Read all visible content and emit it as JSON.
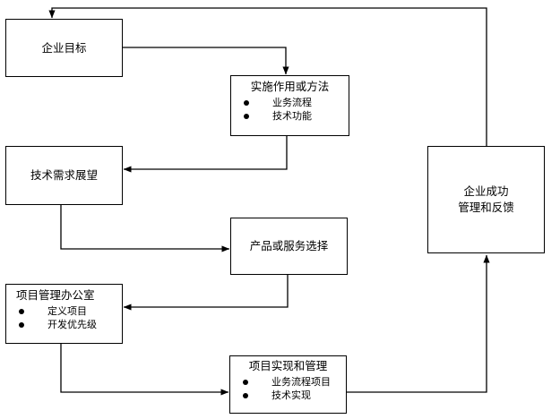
{
  "diagram": {
    "type": "flowchart",
    "title": "",
    "line_color": "#000000",
    "box_fill": "#ffffff",
    "box_border": "#000000",
    "nodes": [
      {
        "id": "goal",
        "title": "企业目标",
        "bullets": []
      },
      {
        "id": "method",
        "title": "实施作用或方法",
        "bullets": [
          "业务流程",
          "技术功能"
        ]
      },
      {
        "id": "tech",
        "title": "技术需求展望",
        "bullets": []
      },
      {
        "id": "product",
        "title": "产品或服务选择",
        "bullets": []
      },
      {
        "id": "pmo",
        "title": "项目管理办公室",
        "bullets": [
          "定义项目",
          "开发优先级"
        ]
      },
      {
        "id": "impl",
        "title": "项目实现和管理",
        "bullets": [
          "业务流程项目",
          "技术实现"
        ]
      },
      {
        "id": "success",
        "title_line1": "企业成功",
        "title_line2": "管理和反馈",
        "bullets": []
      }
    ],
    "edges": [
      {
        "from": "goal",
        "to": "method",
        "label": ""
      },
      {
        "from": "method",
        "to": "tech",
        "label": ""
      },
      {
        "from": "tech",
        "to": "product",
        "label": ""
      },
      {
        "from": "product",
        "to": "pmo",
        "label": ""
      },
      {
        "from": "pmo",
        "to": "impl",
        "label": ""
      },
      {
        "from": "impl",
        "to": "success",
        "label": ""
      },
      {
        "from": "success",
        "to": "goal",
        "label": ""
      }
    ]
  }
}
